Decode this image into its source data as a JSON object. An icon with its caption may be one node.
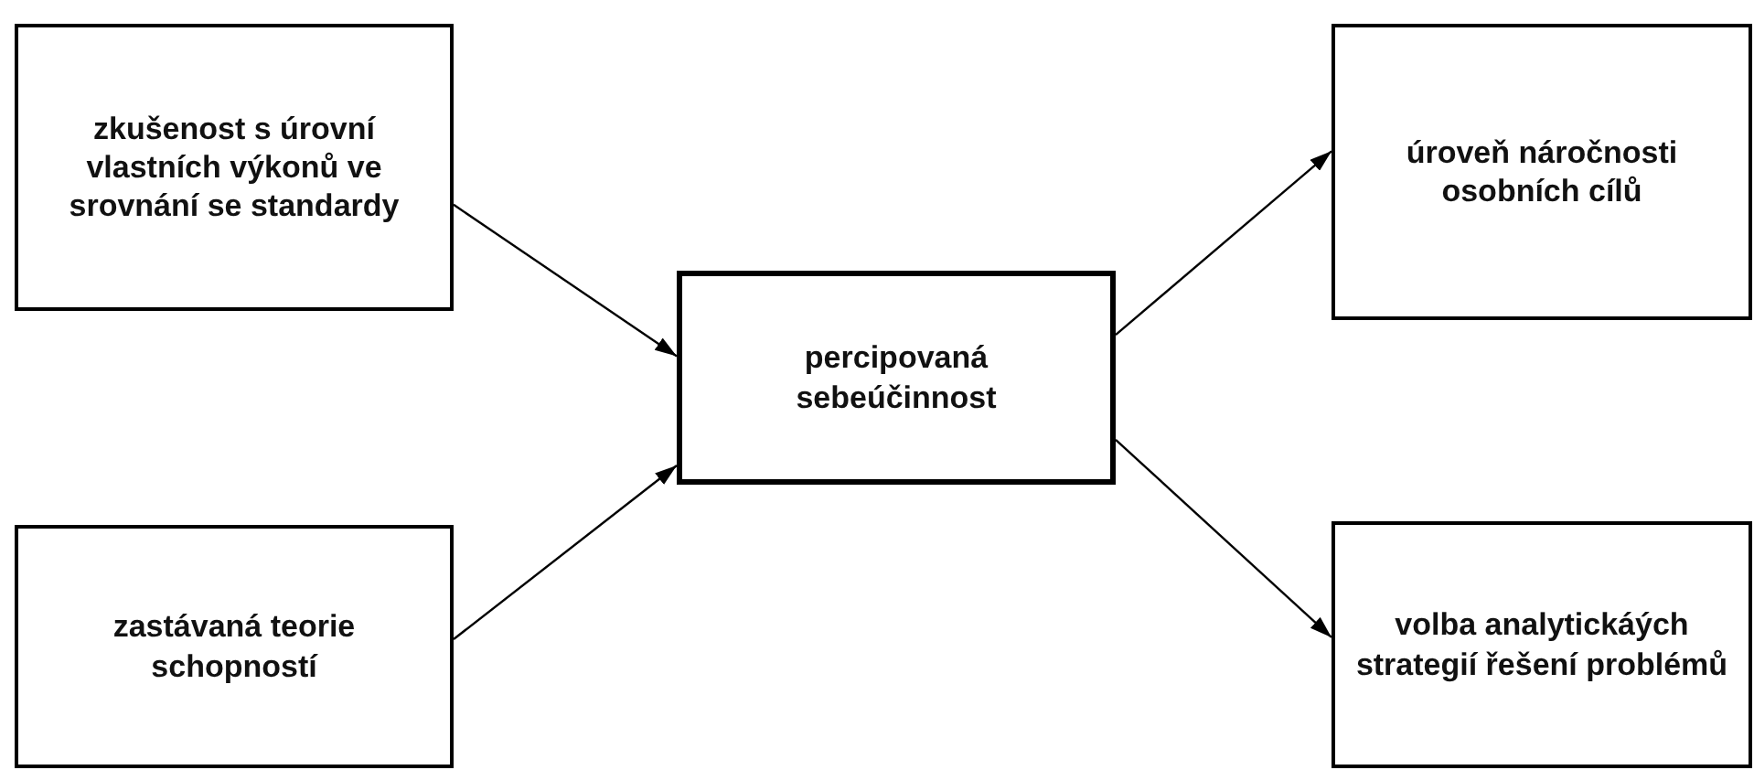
{
  "diagram": {
    "nodes": [
      {
        "text": [
          "zkušenost s úrovní vlastních výkonů ve srovnání se standardy"
        ]
      },
      {
        "text": [
          "zastávaná teorie schopností"
        ]
      },
      {
        "text": [
          "percipovaná sebeúčinnost"
        ]
      },
      {
        "text": [
          "úroveň náročnosti osobních cílů"
        ]
      },
      {
        "text": [
          "volba analytickáých strategií řešení problémů"
        ]
      }
    ],
    "edges": [
      {
        "from": 0,
        "to": 2,
        "arrow": "to"
      },
      {
        "from": 1,
        "to": 2,
        "arrow": "to"
      },
      {
        "from": 2,
        "to": 3,
        "arrow": "to"
      },
      {
        "from": 2,
        "to": 4,
        "arrow": "to"
      }
    ]
  }
}
